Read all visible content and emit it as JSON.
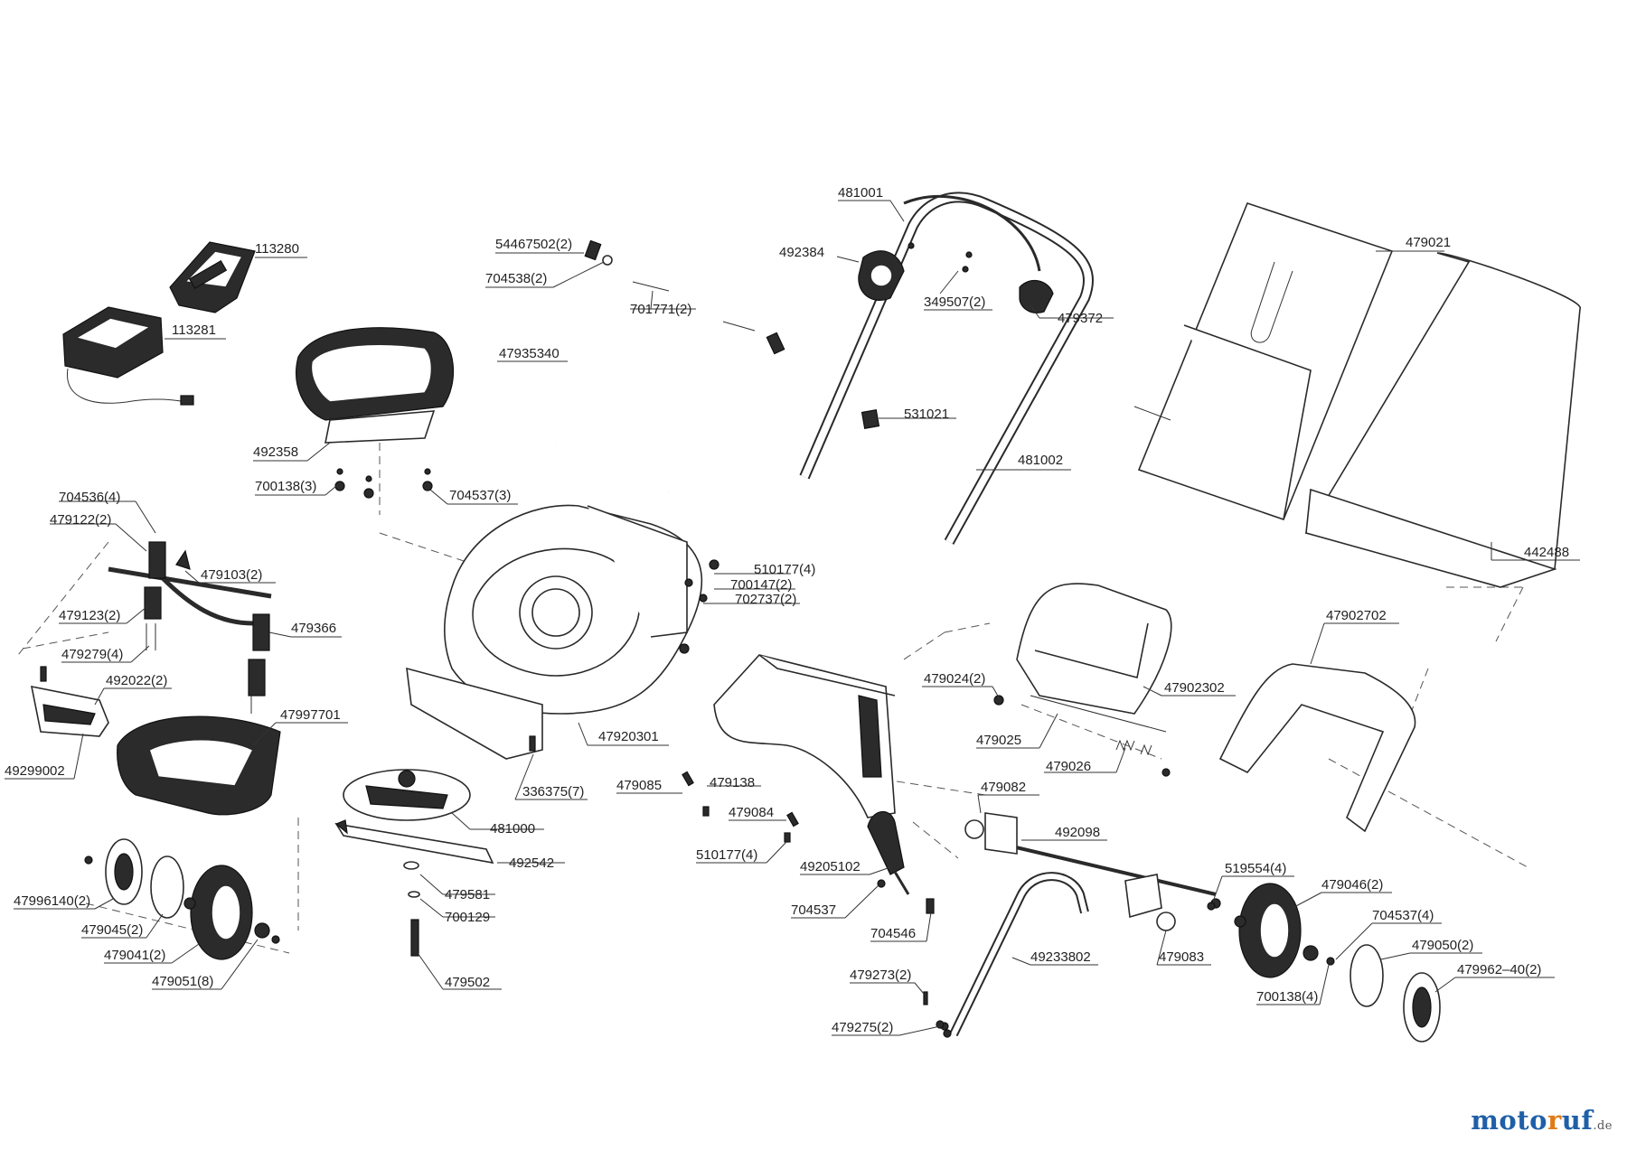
{
  "brand": {
    "part1": "moto",
    "part2": "r",
    "part3": "uf",
    "suffix": ".de"
  },
  "diagram": {
    "labels": [
      {
        "id": "l113280",
        "text": "113280"
      },
      {
        "id": "l113281",
        "text": "113281"
      },
      {
        "id": "l492358",
        "text": "492358"
      },
      {
        "id": "l700138_3",
        "text": "700138(3)"
      },
      {
        "id": "l704537_3",
        "text": "704537(3)"
      },
      {
        "id": "l54467502_2",
        "text": "54467502(2)"
      },
      {
        "id": "l704538_2",
        "text": "704538(2)"
      },
      {
        "id": "l701771_2",
        "text": "701771(2)"
      },
      {
        "id": "l47935340",
        "text": "47935340"
      },
      {
        "id": "l481001",
        "text": "481001"
      },
      {
        "id": "l492384",
        "text": "492384"
      },
      {
        "id": "l349507_2",
        "text": "349507(2)"
      },
      {
        "id": "l479372",
        "text": "479372"
      },
      {
        "id": "l531021",
        "text": "531021"
      },
      {
        "id": "l481002",
        "text": "481002"
      },
      {
        "id": "l479021",
        "text": "479021"
      },
      {
        "id": "l442488",
        "text": "442488"
      },
      {
        "id": "l704536_4",
        "text": "704536(4)"
      },
      {
        "id": "l479122_2",
        "text": "479122(2)"
      },
      {
        "id": "l479103_2",
        "text": "479103(2)"
      },
      {
        "id": "l479123_2",
        "text": "479123(2)"
      },
      {
        "id": "l479366",
        "text": "479366"
      },
      {
        "id": "l479279_4",
        "text": "479279(4)"
      },
      {
        "id": "l492022_2",
        "text": "492022(2)"
      },
      {
        "id": "l47997701",
        "text": "47997701"
      },
      {
        "id": "l49299002",
        "text": "49299002"
      },
      {
        "id": "l510177_4a",
        "text": "510177(4)"
      },
      {
        "id": "l700147_2",
        "text": "700147(2)"
      },
      {
        "id": "l702737_2",
        "text": "702737(2)"
      },
      {
        "id": "l47920301",
        "text": "47920301"
      },
      {
        "id": "l336375_7",
        "text": "336375(7)"
      },
      {
        "id": "l479085",
        "text": "479085"
      },
      {
        "id": "l479138",
        "text": "479138"
      },
      {
        "id": "l479084",
        "text": "479084"
      },
      {
        "id": "l510177_4b",
        "text": "510177(4)"
      },
      {
        "id": "l481000",
        "text": "481000"
      },
      {
        "id": "l492542",
        "text": "492542"
      },
      {
        "id": "l479581",
        "text": "479581"
      },
      {
        "id": "l700129",
        "text": "700129"
      },
      {
        "id": "l479502",
        "text": "479502"
      },
      {
        "id": "l47996140_2",
        "text": "47996140(2)"
      },
      {
        "id": "l479045_2",
        "text": "479045(2)"
      },
      {
        "id": "l479041_2",
        "text": "479041(2)"
      },
      {
        "id": "l479051_8",
        "text": "479051(8)"
      },
      {
        "id": "l479024_2",
        "text": "479024(2)"
      },
      {
        "id": "l47902302",
        "text": "47902302"
      },
      {
        "id": "l47902702",
        "text": "47902702"
      },
      {
        "id": "l479025",
        "text": "479025"
      },
      {
        "id": "l479026",
        "text": "479026"
      },
      {
        "id": "l479082",
        "text": "479082"
      },
      {
        "id": "l492098",
        "text": "492098"
      },
      {
        "id": "l49205102",
        "text": "49205102"
      },
      {
        "id": "l704537",
        "text": "704537"
      },
      {
        "id": "l704546",
        "text": "704546"
      },
      {
        "id": "l49233802",
        "text": "49233802"
      },
      {
        "id": "l479083",
        "text": "479083"
      },
      {
        "id": "l519554_4",
        "text": "519554(4)"
      },
      {
        "id": "l479046_2",
        "text": "479046(2)"
      },
      {
        "id": "l704537_4",
        "text": "704537(4)"
      },
      {
        "id": "l479050_2",
        "text": "479050(2)"
      },
      {
        "id": "l479962_40_2",
        "text": "479962–40(2)"
      },
      {
        "id": "l700138_4",
        "text": "700138(4)"
      },
      {
        "id": "l479273_2",
        "text": "479273(2)"
      },
      {
        "id": "l479275_2",
        "text": "479275(2)"
      }
    ]
  }
}
